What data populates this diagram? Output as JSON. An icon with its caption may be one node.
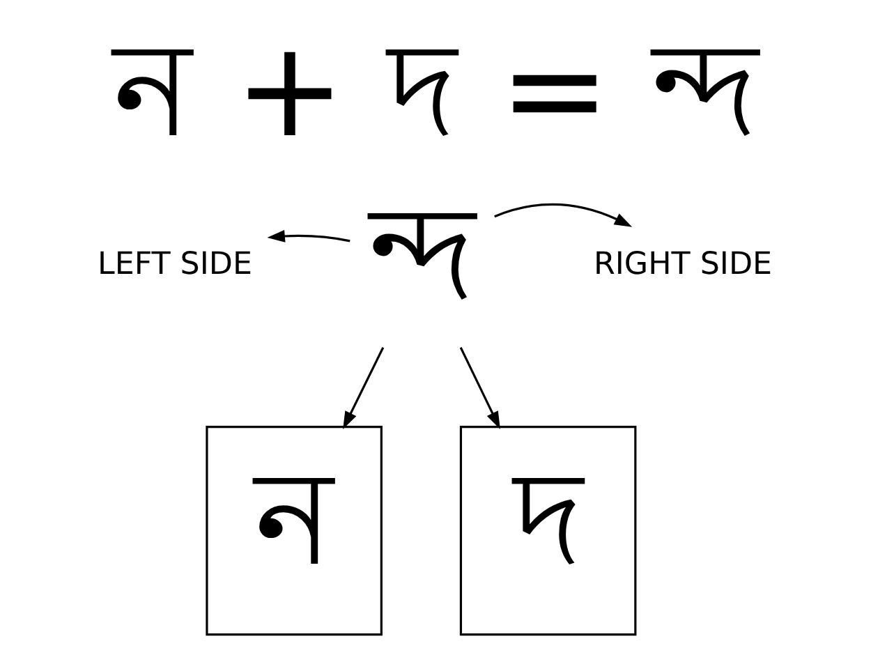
{
  "diagram": {
    "title": "ন + দ = ন্দ",
    "nodes": [
      {
        "text": [
          "LEFT SIDE"
        ]
      },
      {
        "text": [
          "ন্দ"
        ]
      },
      {
        "text": [
          "RIGHT SIDE"
        ]
      },
      {
        "text": [
          "ন"
        ]
      },
      {
        "text": [
          "দ"
        ]
      }
    ],
    "edges": [
      {
        "from": 1,
        "to": 0,
        "arrow": "to"
      },
      {
        "from": 1,
        "to": 2,
        "arrow": "to"
      },
      {
        "from": 1,
        "to": 3,
        "arrow": "to"
      },
      {
        "from": 1,
        "to": 4,
        "arrow": "to"
      }
    ]
  }
}
